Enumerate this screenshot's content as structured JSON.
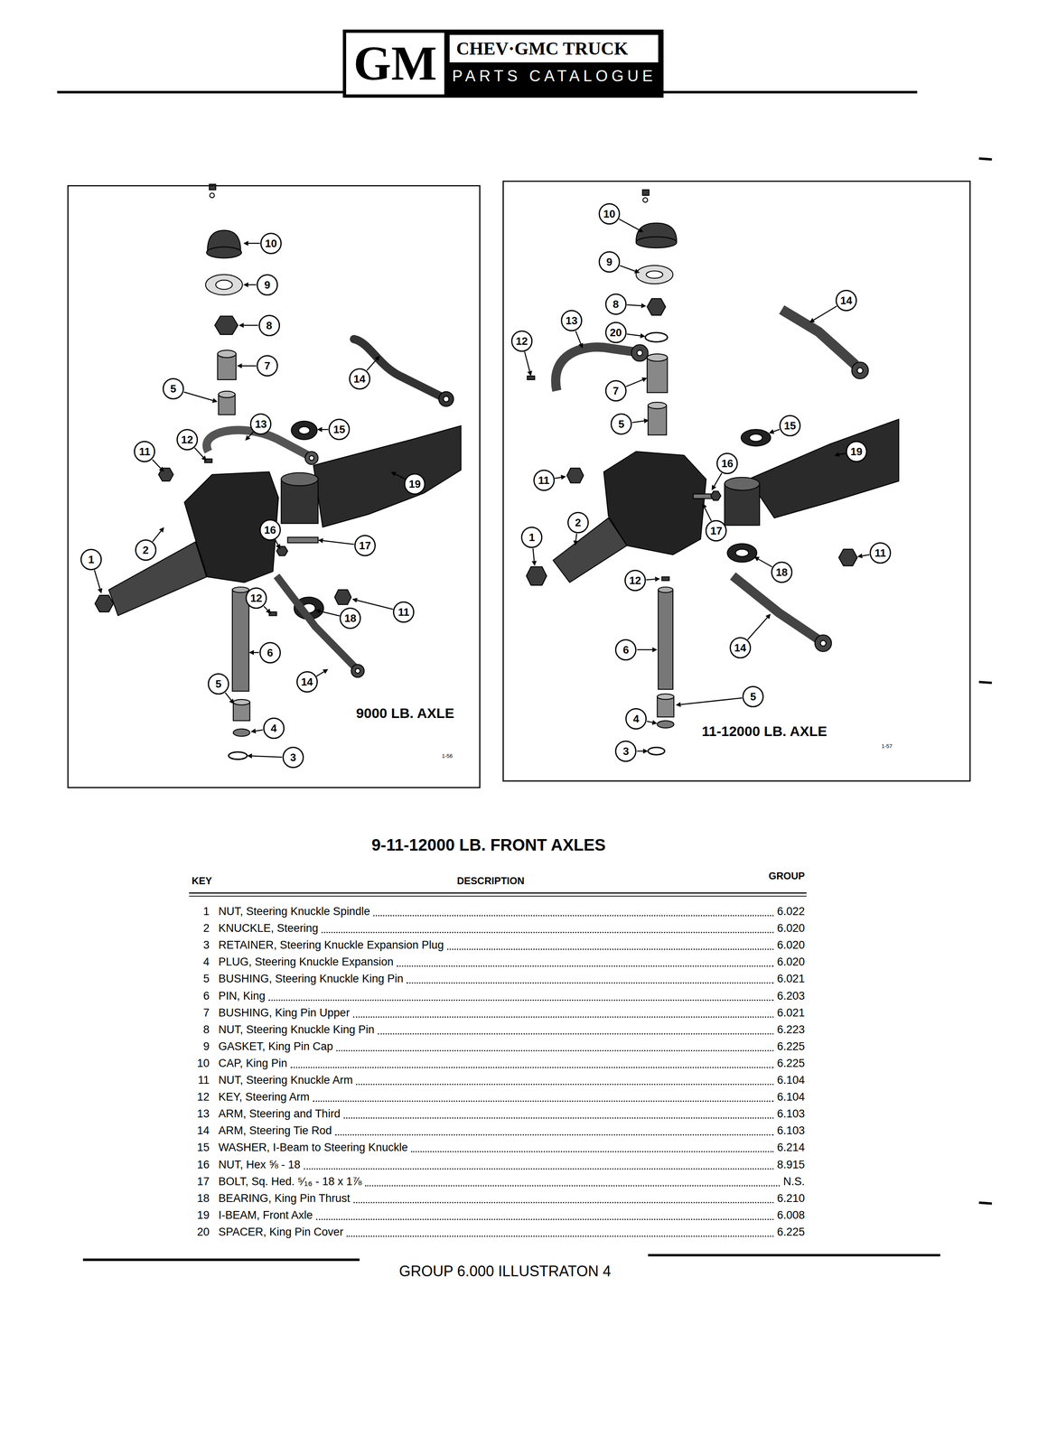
{
  "diagram": {
    "title": "9-11-12000 LB. FRONT AXLES",
    "caption": "GROUP 6.000 ILLUSTRATON 4",
    "nodes": [
      {
        "text": [
          "GM",
          "CHEV·GMC TRUCK",
          "PARTS CATALOGUE"
        ]
      },
      {
        "text": [
          "9000 LB. AXLE",
          "1-56"
        ]
      },
      {
        "text": [
          "10"
        ],
        "in": 1
      },
      {
        "text": [
          "9"
        ],
        "in": 1
      },
      {
        "text": [
          "8"
        ],
        "in": 1
      },
      {
        "text": [
          "7"
        ],
        "in": 1
      },
      {
        "text": [
          "14"
        ],
        "in": 1
      },
      {
        "text": [
          "5"
        ],
        "in": 1
      },
      {
        "text": [
          "13"
        ],
        "in": 1
      },
      {
        "text": [
          "15"
        ],
        "in": 1
      },
      {
        "text": [
          "12"
        ],
        "in": 1
      },
      {
        "text": [
          "11"
        ],
        "in": 1
      },
      {
        "text": [
          "19"
        ],
        "in": 1
      },
      {
        "text": [
          "16"
        ],
        "in": 1
      },
      {
        "text": [
          "2"
        ],
        "in": 1
      },
      {
        "text": [
          "17"
        ],
        "in": 1
      },
      {
        "text": [
          "1"
        ],
        "in": 1
      },
      {
        "text": [
          "12"
        ],
        "in": 1
      },
      {
        "text": [
          "11"
        ],
        "in": 1
      },
      {
        "text": [
          "18"
        ],
        "in": 1
      },
      {
        "text": [
          "6"
        ],
        "in": 1
      },
      {
        "text": [
          "14"
        ],
        "in": 1
      },
      {
        "text": [
          "5"
        ],
        "in": 1
      },
      {
        "text": [
          "4"
        ],
        "in": 1
      },
      {
        "text": [
          "3"
        ],
        "in": 1
      },
      {
        "text": [
          "11-12000 LB. AXLE",
          "1-57"
        ]
      },
      {
        "text": [
          "10"
        ],
        "in": 25
      },
      {
        "text": [
          "14"
        ],
        "in": 25
      },
      {
        "text": [
          "9"
        ],
        "in": 25
      },
      {
        "text": [
          "8"
        ],
        "in": 25
      },
      {
        "text": [
          "13"
        ],
        "in": 25
      },
      {
        "text": [
          "20"
        ],
        "in": 25
      },
      {
        "text": [
          "12"
        ],
        "in": 25
      },
      {
        "text": [
          "7"
        ],
        "in": 25
      },
      {
        "text": [
          "5"
        ],
        "in": 25
      },
      {
        "text": [
          "15"
        ],
        "in": 25
      },
      {
        "text": [
          "19"
        ],
        "in": 25
      },
      {
        "text": [
          "16"
        ],
        "in": 25
      },
      {
        "text": [
          "11"
        ],
        "in": 25
      },
      {
        "text": [
          "2"
        ],
        "in": 25
      },
      {
        "text": [
          "17"
        ],
        "in": 25
      },
      {
        "text": [
          "1"
        ],
        "in": 25
      },
      {
        "text": [
          "11"
        ],
        "in": 25
      },
      {
        "text": [
          "18"
        ],
        "in": 25
      },
      {
        "text": [
          "12"
        ],
        "in": 25
      },
      {
        "text": [
          "14"
        ],
        "in": 25
      },
      {
        "text": [
          "6"
        ],
        "in": 25
      },
      {
        "text": [
          "5"
        ],
        "in": 25
      },
      {
        "text": [
          "4"
        ],
        "in": 25
      },
      {
        "text": [
          "3"
        ],
        "in": 25
      }
    ],
    "labels": [
      "KEY",
      "DESCRIPTION",
      "GROUP",
      "1",
      "NUT, Steering Knuckle Spindle",
      "6.022",
      "2",
      "KNUCKLE, Steering",
      "6.020",
      "3",
      "RETAINER, Steering Knuckle Expansion Plug",
      "6.020",
      "4",
      "PLUG, Steering Knuckle Expansion",
      "6.020",
      "5",
      "BUSHING, Steering Knuckle King Pin",
      "6.021",
      "6",
      "PIN, King",
      "6.203",
      "7",
      "BUSHING, King Pin Upper",
      "6.021",
      "8",
      "NUT, Steering Knuckle King Pin",
      "6.223",
      "9",
      "GASKET, King Pin Cap",
      "6.225",
      "10",
      "CAP, King Pin",
      "6.225",
      "11",
      "NUT, Steering Knuckle Arm",
      "6.104",
      "12",
      "KEY, Steering Arm",
      "6.104",
      "13",
      "ARM, Steering and Third",
      "6.103",
      "14",
      "ARM, Steering Tie Rod",
      "6.103",
      "15",
      "WASHER, I-Beam to Steering Knuckle",
      "6.214",
      "16",
      "NUT, Hex ⅝ - 18",
      "8.915",
      "17",
      "BOLT, Sq. Hed. ⁵⁄₁₆ - 18 x 1⅞",
      "N.S.",
      "18",
      "BEARING, King Pin Thrust",
      "6.210",
      "19",
      "I-BEAM, Front Axle",
      "6.008",
      "20",
      "SPACER, King Pin Cover",
      "6.225"
    ]
  }
}
